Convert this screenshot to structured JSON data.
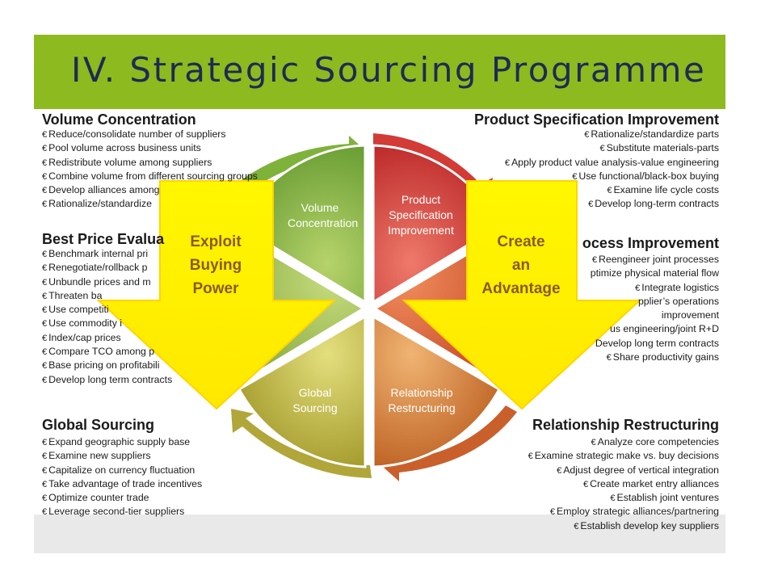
{
  "title": "IV. Strategic Sourcing Programme",
  "colors": {
    "header_bar": "#8dba1e",
    "title_text": "#1f2a55",
    "arrow_fill": "#fff200"
  },
  "bullet_glyph": "€",
  "sections": {
    "volume_concentration": {
      "title": "Volume Concentration",
      "items": [
        "Reduce/consolidate number of suppliers",
        "Pool volume across business units",
        "Redistribute volume among suppliers",
        "Combine volume from different sourcing groups",
        "Develop alliances among",
        "Rationalize/standardize"
      ]
    },
    "best_price_evaluation": {
      "title": "Best Price Evalua",
      "items": [
        "Benchmark internal pri",
        "Renegotiate/rollback p",
        "Unbundle prices and m",
        "Threaten ba",
        "Use competiti",
        "Use commodity i",
        "Index/cap prices",
        "Compare TCO among p",
        "Base pricing on profitabili",
        "Develop long term contracts"
      ]
    },
    "global_sourcing": {
      "title": "Global Sourcing",
      "items": [
        "Expand geographic supply base",
        "Examine new suppliers",
        "Capitalize on currency fluctuation",
        "Take advantage of trade incentives",
        "Optimize counter trade",
        "Leverage second-tier suppliers"
      ]
    },
    "product_specification_improvement": {
      "title": "Product Specification Improvement",
      "items": [
        "Rationalize/standardize parts",
        "Substitute materials-parts",
        "Apply product value analysis-value engineering",
        "Use functional/black-box buying",
        "Examine life cycle costs",
        "Develop long-term contracts"
      ]
    },
    "process_improvement": {
      "title": "ocess Improvement",
      "items": [
        "Reengineer joint processes",
        "ptimize physical material flow",
        "Integrate logistics",
        "pplier’s operations",
        "improvement",
        "us engineering/joint R+D",
        "Develop long term contracts",
        "Share productivity gains"
      ]
    },
    "relationship_restructuring": {
      "title": "Relationship Restructuring",
      "items": [
        "Analyze core competencies",
        "Examine strategic make vs. buy decisions",
        "Adjust degree of vertical integration",
        "Create market entry alliances",
        "Establish joint ventures",
        "Employ strategic alliances/partnering",
        "Establish develop key suppliers"
      ]
    }
  },
  "wheel": {
    "wedges": [
      {
        "label": "Volume\nConcentration",
        "color": "#6fa53a"
      },
      {
        "label": "Product\nSpecification\nImprovement",
        "color": "#c82c2c"
      },
      {
        "label": "",
        "color": "#c8552a"
      },
      {
        "label": "Relationship\nRestructuring",
        "color": "#c06a28"
      },
      {
        "label": "Global\nSourcing",
        "color": "#a5a02a"
      },
      {
        "label": "",
        "color": "#86a83a"
      }
    ]
  },
  "arrows": {
    "left": {
      "label": "Exploit\nBuying\nPower"
    },
    "right": {
      "label": "Create\nan\nAdvantage"
    }
  }
}
